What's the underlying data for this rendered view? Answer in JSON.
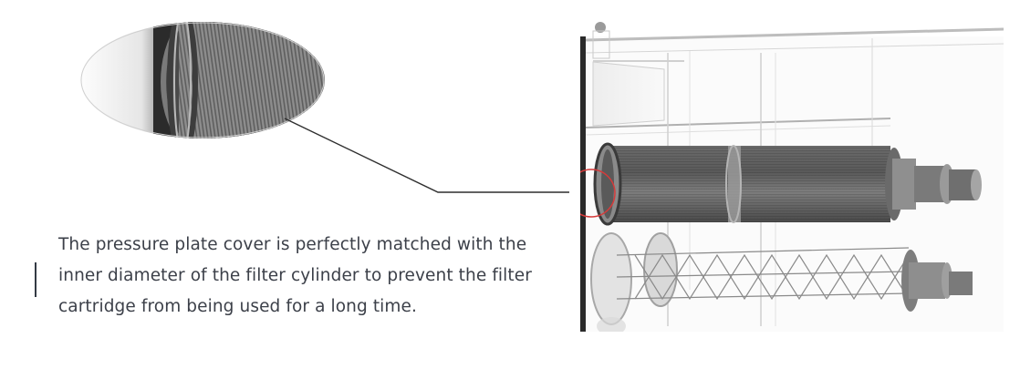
{
  "caption": {
    "text": "The pressure plate cover is perfectly matched with the inner diameter of the filter cylinder to prevent the filter cartridge from being used for a long time."
  },
  "colors": {
    "caption_text": "#3c4049",
    "caption_bar": "#333a44",
    "leader_line": "#2e2e2e",
    "highlight_circle": "#d63a3a"
  },
  "illustrations": {
    "zoom_lens": "filter-cartridge-edge-detail",
    "machine": "dust-collector-filter-cartridge-cutaway"
  }
}
